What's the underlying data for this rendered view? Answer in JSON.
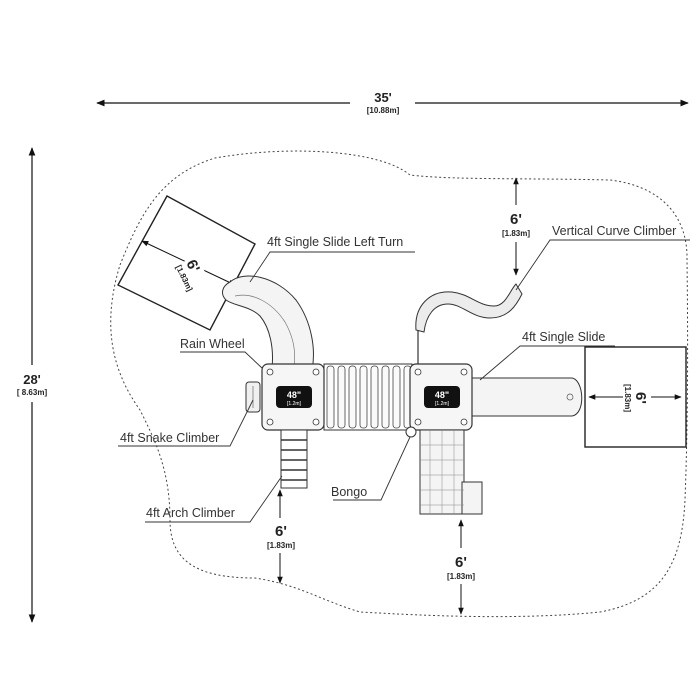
{
  "overall": {
    "width_ft": "35'",
    "width_m": "[10.88m]",
    "depth_ft": "28'",
    "depth_m": "[ 8.63m]"
  },
  "clearances": {
    "value_ft": "6'",
    "value_m": "[1.83m]"
  },
  "platforms": [
    {
      "height": "48\"",
      "metric": "[1.2m]"
    },
    {
      "height": "48\"",
      "metric": "[1.2m]"
    }
  ],
  "labels": {
    "slide_left_turn": "4ft Single Slide Left Turn",
    "vertical_curve_climber": "Vertical Curve Climber",
    "rain_wheel": "Rain Wheel",
    "single_slide": "4ft Single Slide",
    "snake_climber": "4ft Snake Climber",
    "bongo": "Bongo",
    "arch_climber": "4ft Arch Climber"
  }
}
